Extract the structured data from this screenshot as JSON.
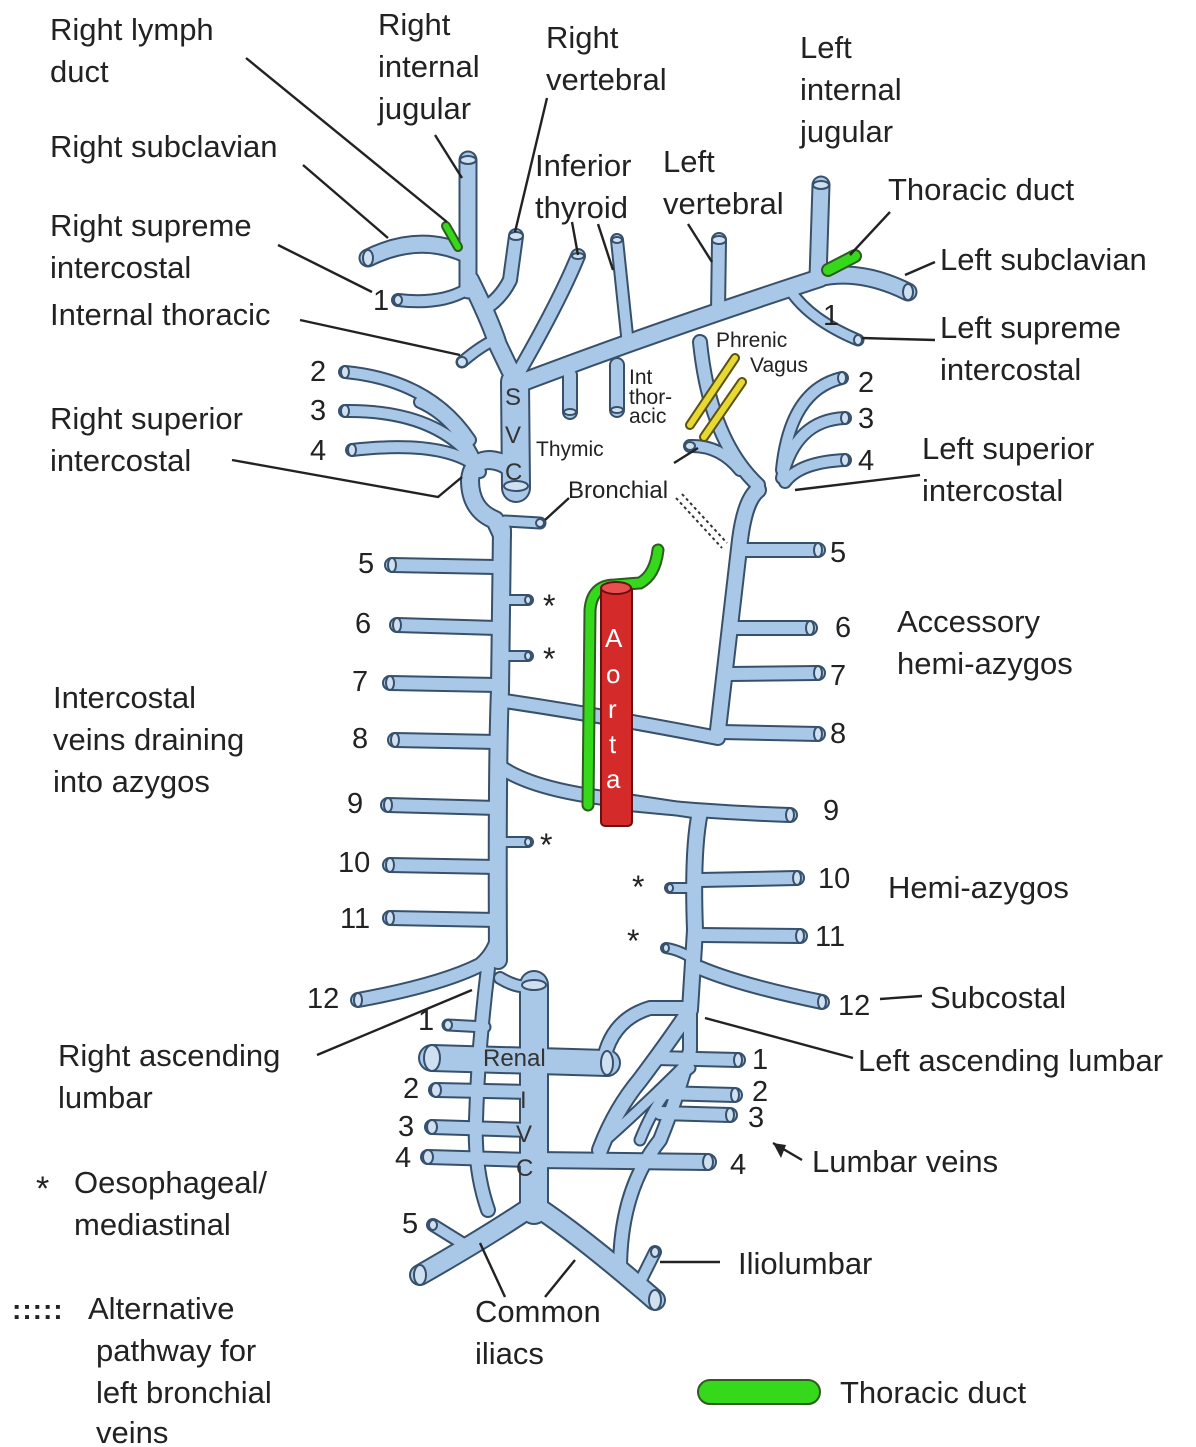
{
  "labels": {
    "right_lymph_duct": [
      "Right lymph",
      "duct"
    ],
    "right_internal_jugular": [
      "Right",
      "internal",
      "jugular"
    ],
    "right_vertebral": [
      "Right",
      "vertebral"
    ],
    "inferior_thyroid": [
      "Inferior",
      "thyroid"
    ],
    "left_vertebral": [
      "Left",
      "vertebral"
    ],
    "left_internal_jugular": [
      "Left",
      "internal",
      "jugular"
    ],
    "thoracic_duct_top": "Thoracic duct",
    "right_subclavian": "Right subclavian",
    "left_subclavian": "Left subclavian",
    "right_supreme_intercostal": [
      "Right supreme",
      "intercostal"
    ],
    "left_supreme_intercostal": [
      "Left supreme",
      "intercostal"
    ],
    "internal_thoracic": "Internal thoracic",
    "phrenic": "Phrenic",
    "vagus": "Vagus",
    "int_thoracic_small": [
      "Int",
      "thor-",
      "acic"
    ],
    "thymic": "Thymic",
    "svc": [
      "S",
      "V",
      "C"
    ],
    "bronchial": "Bronchial",
    "right_superior_intercostal": [
      "Right superior",
      "intercostal"
    ],
    "left_superior_intercostal": [
      "Left superior",
      "intercostal"
    ],
    "accessory_hemi_azygos": [
      "Accessory",
      "hemi-azygos"
    ],
    "aorta": [
      "A",
      "o",
      "r",
      "t",
      "a"
    ],
    "intercostal_azygos": [
      "Intercostal",
      "veins draining",
      "into azygos"
    ],
    "hemi_azygos": "Hemi-azygos",
    "subcostal": "Subcostal",
    "right_ascending_lumbar": [
      "Right ascending",
      "lumbar"
    ],
    "left_ascending_lumbar": "Left ascending lumbar",
    "renal": "Renal",
    "ivc": [
      "I",
      "V",
      "C"
    ],
    "lumbar_veins": "Lumbar veins",
    "oesophageal_legend": [
      "Oesophageal/",
      "mediastinal"
    ],
    "iliolumbar": "Iliolumbar",
    "common_iliacs": [
      "Common",
      "iliacs"
    ],
    "alternative_legend": [
      "Alternative",
      "pathway for",
      "left bronchial",
      "veins"
    ],
    "thoracic_duct_legend": "Thoracic duct",
    "asterisk": "*",
    "dotted_symbol": ":::::"
  },
  "numbers": {
    "right_upper": [
      "1",
      "2",
      "3",
      "4"
    ],
    "left_upper": [
      "1",
      "2",
      "3",
      "4"
    ],
    "right_intercostal": [
      "5",
      "6",
      "7",
      "8",
      "9",
      "10",
      "11",
      "12"
    ],
    "left_intercostal": [
      "5",
      "6",
      "7",
      "8",
      "9",
      "10",
      "11",
      "12"
    ],
    "right_lumbar": [
      "1",
      "2",
      "3",
      "4",
      "5"
    ],
    "left_lumbar": [
      "1",
      "2",
      "3",
      "4"
    ]
  },
  "colors": {
    "vein": "#a9c7e6",
    "vein_outline": "#37506b",
    "aorta": "#d42a2a",
    "thoracic_duct": "#35d81a",
    "vagus_phrenic": "#e8d832",
    "text": "#222222"
  }
}
